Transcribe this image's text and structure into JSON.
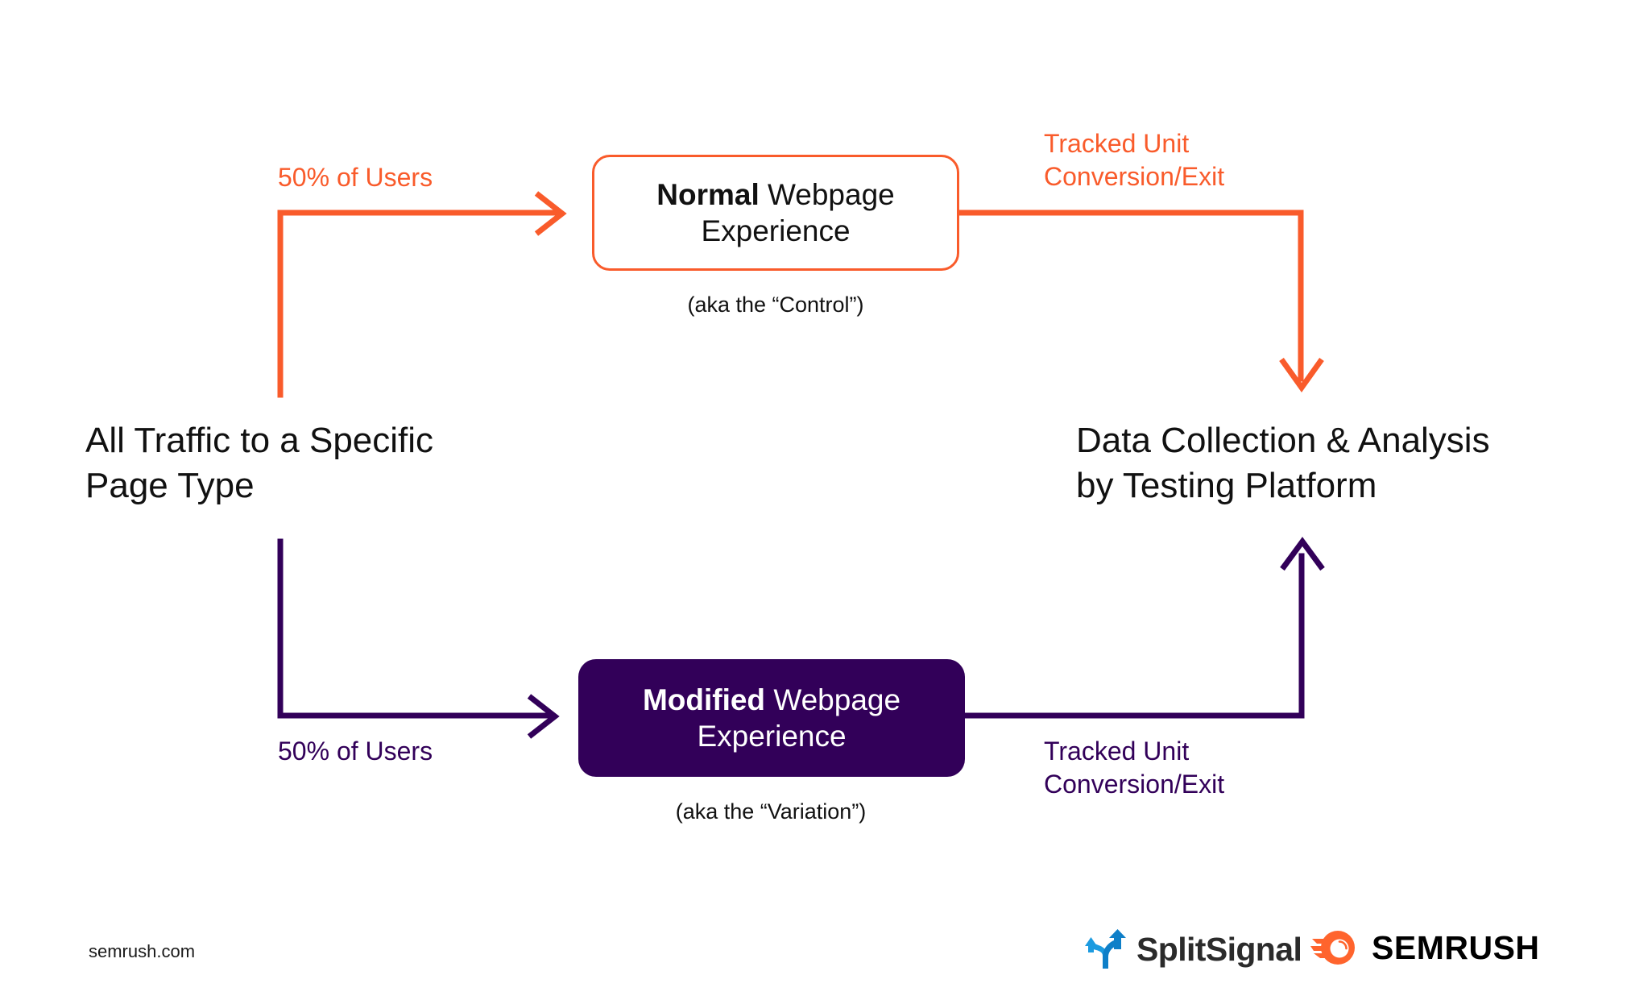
{
  "diagram": {
    "title_left": "All Traffic to a Specific\nPage Type",
    "title_right": "Data Collection & Analysis\nby Testing Platform",
    "colors": {
      "orange": "#F95B2B",
      "purple": "#320059",
      "black": "#111111",
      "white": "#FFFFFF",
      "splitsignal_blue": "#1C9BE0",
      "splitsignal_blue_dark": "#0E7FC8"
    },
    "branches": [
      {
        "id": "control",
        "split_label": "50% of Users",
        "box_bold": "Normal",
        "box_rest": " Webpage",
        "box_line2": "Experience",
        "caption": "(aka the “Control”)",
        "tracked_label": "Tracked Unit\nConversion/Exit",
        "color": "#F95B2B",
        "style": "outline"
      },
      {
        "id": "variation",
        "split_label": "50% of Users",
        "box_bold": "Modified",
        "box_rest": " Webpage",
        "box_line2": "Experience",
        "caption": "(aka the “Variation”)",
        "tracked_label": "Tracked Unit\nConversion/Exit",
        "color": "#320059",
        "style": "filled"
      }
    ]
  },
  "footer": {
    "url": "semrush.com",
    "splitsignal_wordmark": "SplitSignal",
    "semrush_wordmark": "SEMRUSH"
  }
}
